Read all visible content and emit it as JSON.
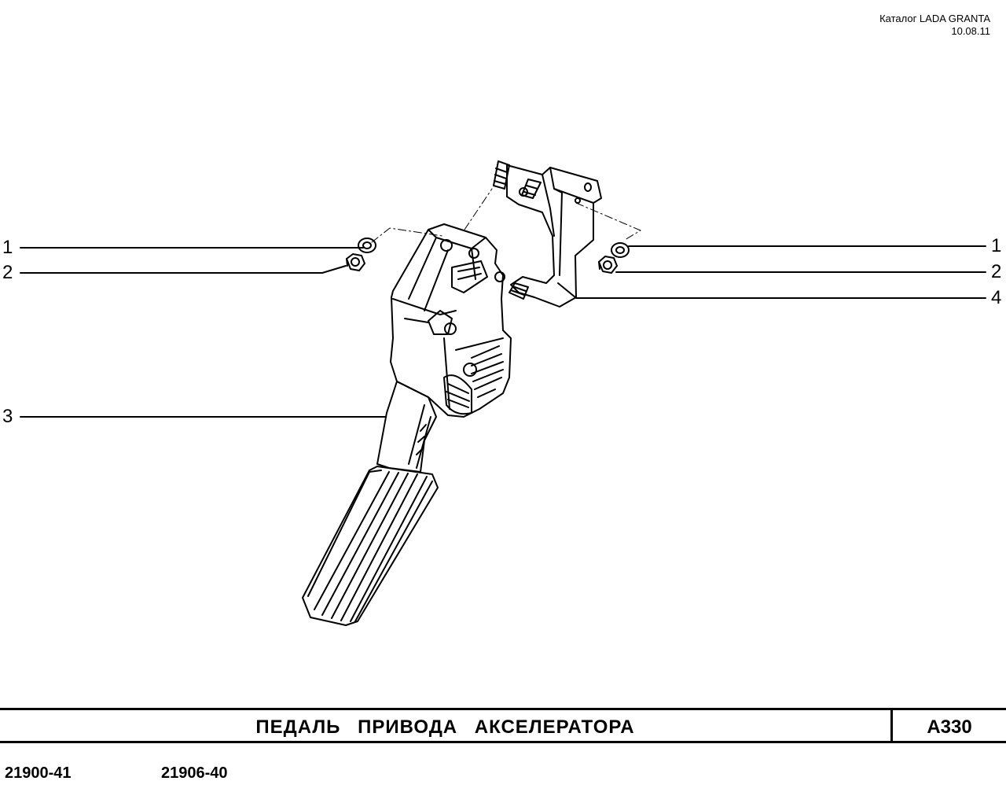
{
  "header": {
    "catalog": "Каталог LADA  GRANTA",
    "date": "10.08.11"
  },
  "callouts": {
    "left": [
      "1",
      "2",
      "3"
    ],
    "right": [
      "1",
      "2",
      "4"
    ]
  },
  "footer": {
    "title": "ПЕДАЛЬ ПРИВОДА АКСЕЛЕРАТОРА",
    "code": "A330",
    "models": [
      "21900-41",
      "21906-40"
    ]
  }
}
